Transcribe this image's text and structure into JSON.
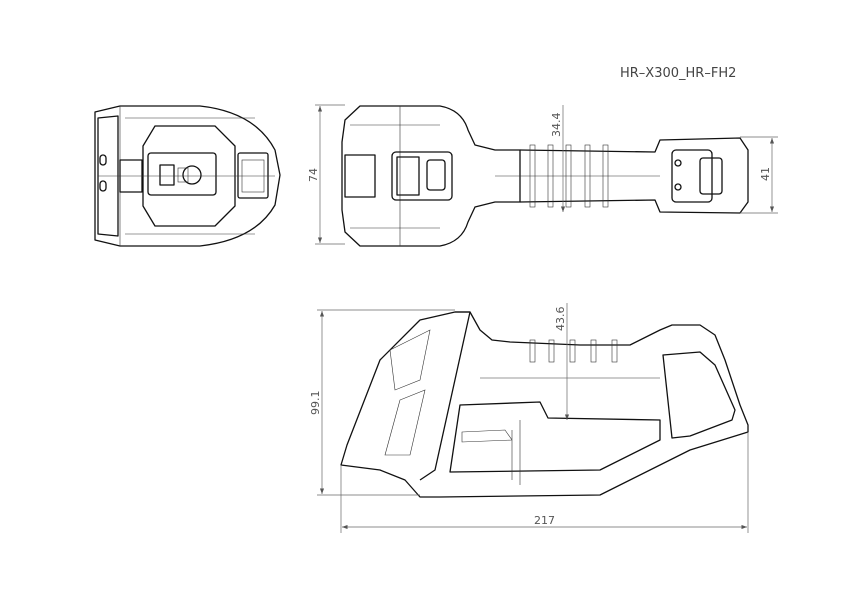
{
  "drawing": {
    "title": "HR–X300_HR–FH2",
    "dimensions": {
      "top_height": "74",
      "handle_height": "34.4",
      "end_height": "41",
      "side_height": "99.1",
      "side_handle_height": "43.6",
      "total_length": "217"
    }
  }
}
